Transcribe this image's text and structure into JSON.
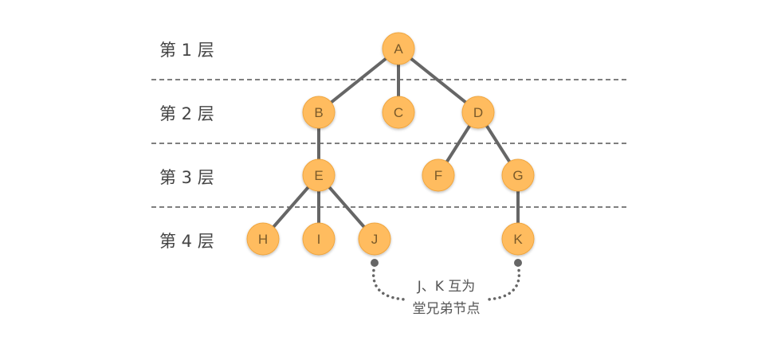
{
  "levels": [
    "第 1 层",
    "第 2 层",
    "第 3 层",
    "第 4 层"
  ],
  "nodes": [
    {
      "id": "A",
      "label": "A",
      "level": 1
    },
    {
      "id": "B",
      "label": "B",
      "level": 2
    },
    {
      "id": "C",
      "label": "C",
      "level": 2
    },
    {
      "id": "D",
      "label": "D",
      "level": 2
    },
    {
      "id": "E",
      "label": "E",
      "level": 3
    },
    {
      "id": "F",
      "label": "F",
      "level": 3
    },
    {
      "id": "G",
      "label": "G",
      "level": 3
    },
    {
      "id": "H",
      "label": "H",
      "level": 4
    },
    {
      "id": "I",
      "label": "I",
      "level": 4
    },
    {
      "id": "J",
      "label": "J",
      "level": 4
    },
    {
      "id": "K",
      "label": "K",
      "level": 4
    }
  ],
  "edges": [
    [
      "A",
      "B"
    ],
    [
      "A",
      "C"
    ],
    [
      "A",
      "D"
    ],
    [
      "B",
      "E"
    ],
    [
      "D",
      "F"
    ],
    [
      "D",
      "G"
    ],
    [
      "E",
      "H"
    ],
    [
      "E",
      "I"
    ],
    [
      "E",
      "J"
    ],
    [
      "G",
      "K"
    ]
  ],
  "annotation": {
    "nodes": [
      "J",
      "K"
    ],
    "lines": [
      "J、K 互为",
      "堂兄弟节点"
    ]
  },
  "colors": {
    "node_fill": "#ffbc5e",
    "node_stroke": "#f0a640",
    "edge": "#666666",
    "dashed_separator": "#555555",
    "annotation_curve": "#666666"
  }
}
